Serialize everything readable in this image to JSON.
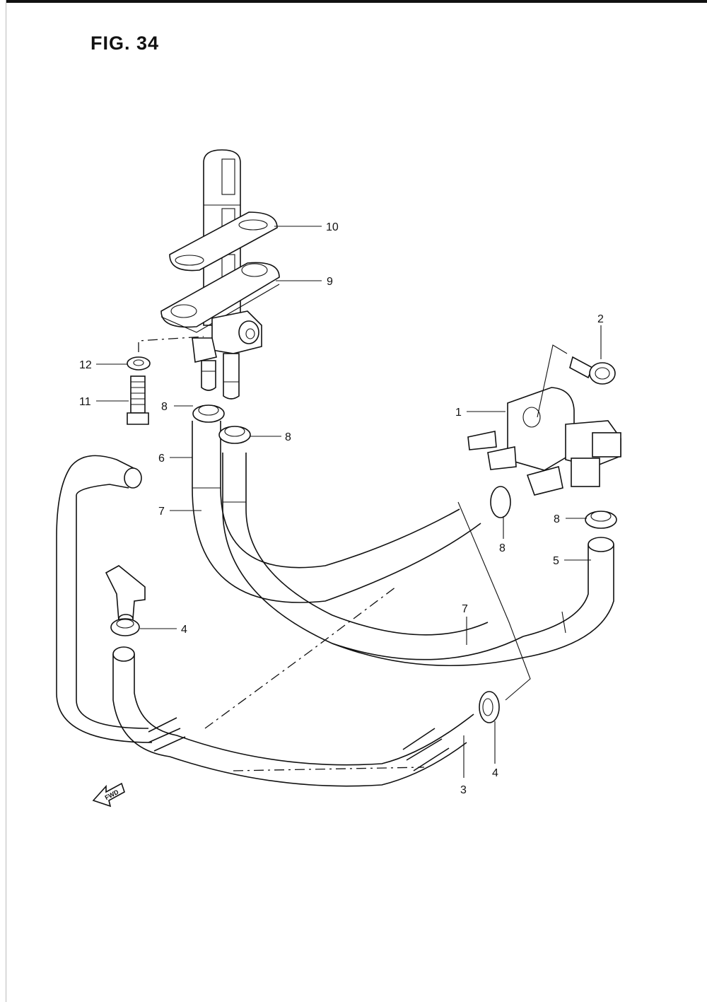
{
  "figure": {
    "title": "FIG. 34"
  },
  "callouts": [
    {
      "id": "c1",
      "text": "1"
    },
    {
      "id": "c2",
      "text": "2"
    },
    {
      "id": "c3",
      "text": "3"
    },
    {
      "id": "c4a",
      "text": "4"
    },
    {
      "id": "c4b",
      "text": "4"
    },
    {
      "id": "c5",
      "text": "5"
    },
    {
      "id": "c6",
      "text": "6"
    },
    {
      "id": "c7a",
      "text": "7"
    },
    {
      "id": "c7b",
      "text": "7"
    },
    {
      "id": "c8a",
      "text": "8"
    },
    {
      "id": "c8b",
      "text": "8"
    },
    {
      "id": "c8c",
      "text": "8"
    },
    {
      "id": "c8d",
      "text": "8"
    },
    {
      "id": "c9",
      "text": "9"
    },
    {
      "id": "c10",
      "text": "10"
    },
    {
      "id": "c11",
      "text": "11"
    },
    {
      "id": "c12",
      "text": "12"
    }
  ],
  "fwd_marker": {
    "text": "FWD"
  }
}
